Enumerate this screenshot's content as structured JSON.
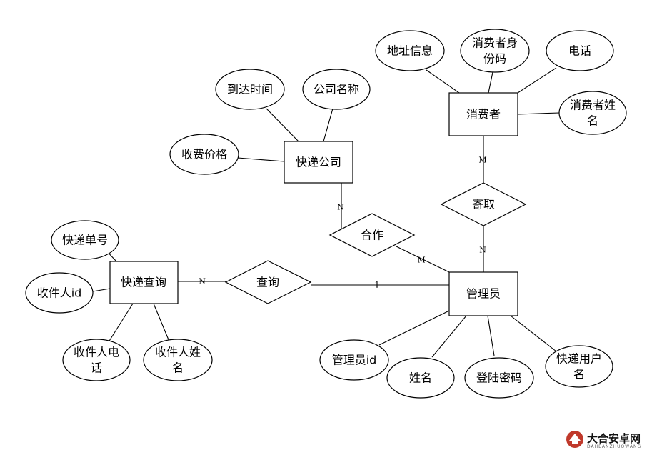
{
  "entities": {
    "courier_company": "快递公司",
    "consumer": "消费者",
    "admin": "管理员",
    "express_query": "快递查询"
  },
  "attributes": {
    "arrival_time": "到达时间",
    "company_name": "公司名称",
    "fee_price": "收费价格",
    "address_info": "地址信息",
    "consumer_id_no": [
      "消费者身",
      "份码"
    ],
    "phone": "电话",
    "consumer_name": [
      "消费者姓",
      "名"
    ],
    "tracking_no": "快递单号",
    "recipient_id": "收件人id",
    "recipient_phone": [
      "收件人电",
      "话"
    ],
    "recipient_name": [
      "收件人姓",
      "名"
    ],
    "admin_id": "管理员id",
    "name": "姓名",
    "login_password": "登陆密码",
    "express_username": [
      "快递用户",
      "名"
    ]
  },
  "relationships": {
    "send_pickup": "寄取",
    "cooperate": "合作",
    "query": "查询"
  },
  "cardinalities": {
    "company_cooperate": "N",
    "cooperate_admin": "M",
    "consumer_send": "M",
    "send_admin": "N",
    "query_express": "N",
    "query_admin": "1"
  },
  "watermark": {
    "text": "大合安卓网",
    "subtext": "DAHEANZHUOWANG"
  }
}
